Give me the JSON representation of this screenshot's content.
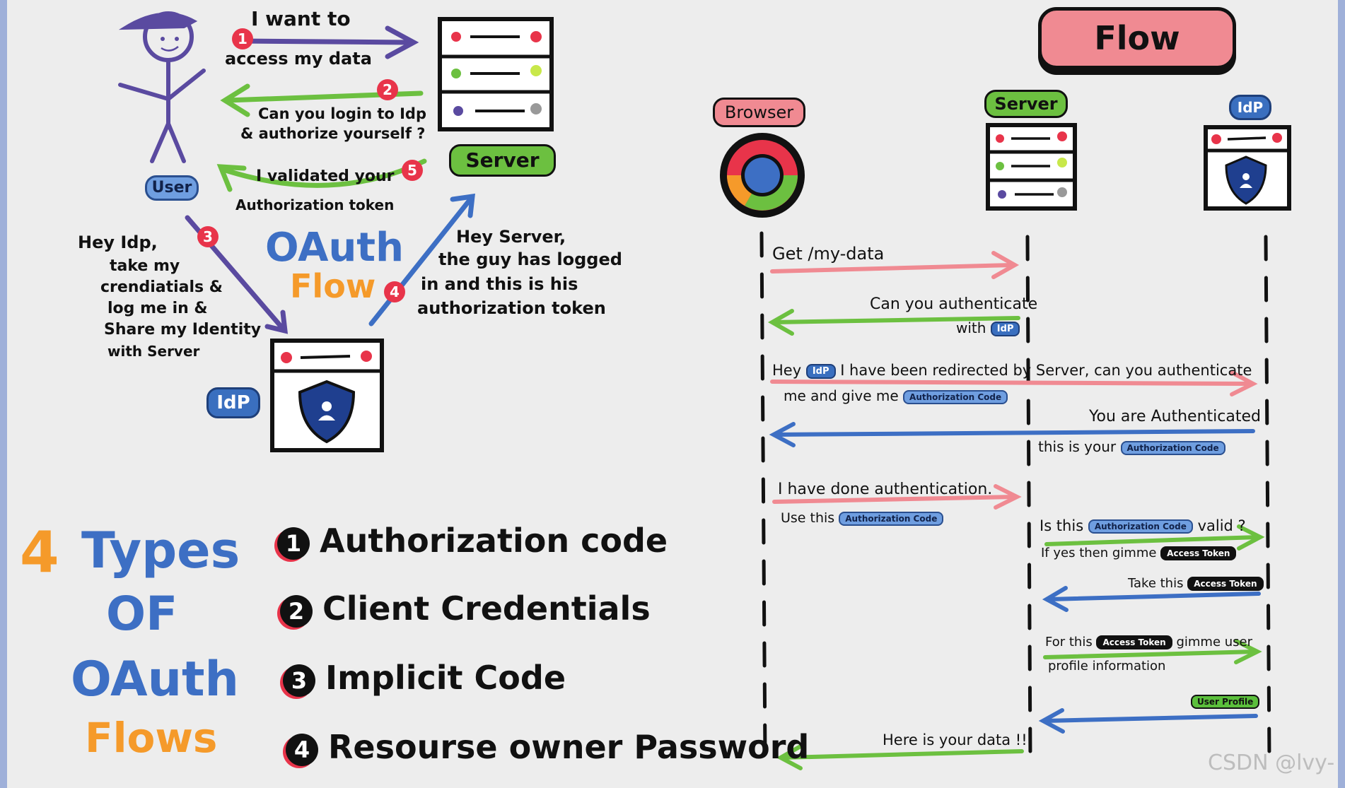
{
  "actors": {
    "user": "User",
    "server": "Server",
    "idp": "IdP"
  },
  "steps": {
    "s1": {
      "num": "1",
      "line1": "I want to",
      "line2": "access my data"
    },
    "s2": {
      "num": "2",
      "line1": "Can you login to Idp",
      "line2": "& authorize yourself ?"
    },
    "s3": {
      "num": "3",
      "line1": "Hey Idp,",
      "line2": "take my",
      "line3": "crendiatials &",
      "line4": "log me in &",
      "line5": "Share my Identity",
      "line6": "with Server"
    },
    "s4": {
      "num": "4",
      "line1": "Hey Server,",
      "line2": "the guy has logged",
      "line3": "in and this is his",
      "line4": "authorization token"
    },
    "s5": {
      "num": "5",
      "line1": "I validated your",
      "line2": "Authorization token"
    }
  },
  "center_title": {
    "line1": "OAuth",
    "line2": "Flow"
  },
  "types_heading": {
    "num": "4",
    "word1": "Types",
    "word2": "OF",
    "word3": "OAuth",
    "word4": "Flows"
  },
  "types": [
    {
      "num": "1",
      "label": "Authorization code"
    },
    {
      "num": "2",
      "label": "Client Credentials"
    },
    {
      "num": "3",
      "label": "Implicit Code"
    },
    {
      "num": "4",
      "label": "Resourse owner Password"
    }
  ],
  "flow": {
    "title": "Flow",
    "lanes": {
      "browser": "Browser",
      "server": "Server",
      "idp": "IdP"
    },
    "tags": {
      "auth_code": "Authorization Code",
      "access_token": "Access Token",
      "user_profile": "User Profile",
      "idp": "IdP"
    },
    "messages": {
      "m1": "Get /my-data",
      "m2a": "Can you authenticate",
      "m2b": "with",
      "m3a": "Hey",
      "m3b": "I have been redirected by Server, can you authenticate",
      "m3c": "me and give me",
      "m4a": "You are Authenticated",
      "m4b": "this is your",
      "m5a": "I have done authentication.",
      "m5b": "Use this",
      "m6a": "Is this",
      "m6b": "valid ?",
      "m6c": "If yes then gimme",
      "m7": "Take this",
      "m8a": "For this",
      "m8b": "gimme user",
      "m8c": "profile information",
      "m10": "Here is your data !!"
    }
  },
  "watermark": "CSDN @lvy-",
  "colors": {
    "purple": "#5a4aa0",
    "green": "#6cc040",
    "blue": "#3d6fc4",
    "pink": "#f08a92",
    "red": "#e8344a",
    "orange": "#f59a2a"
  }
}
